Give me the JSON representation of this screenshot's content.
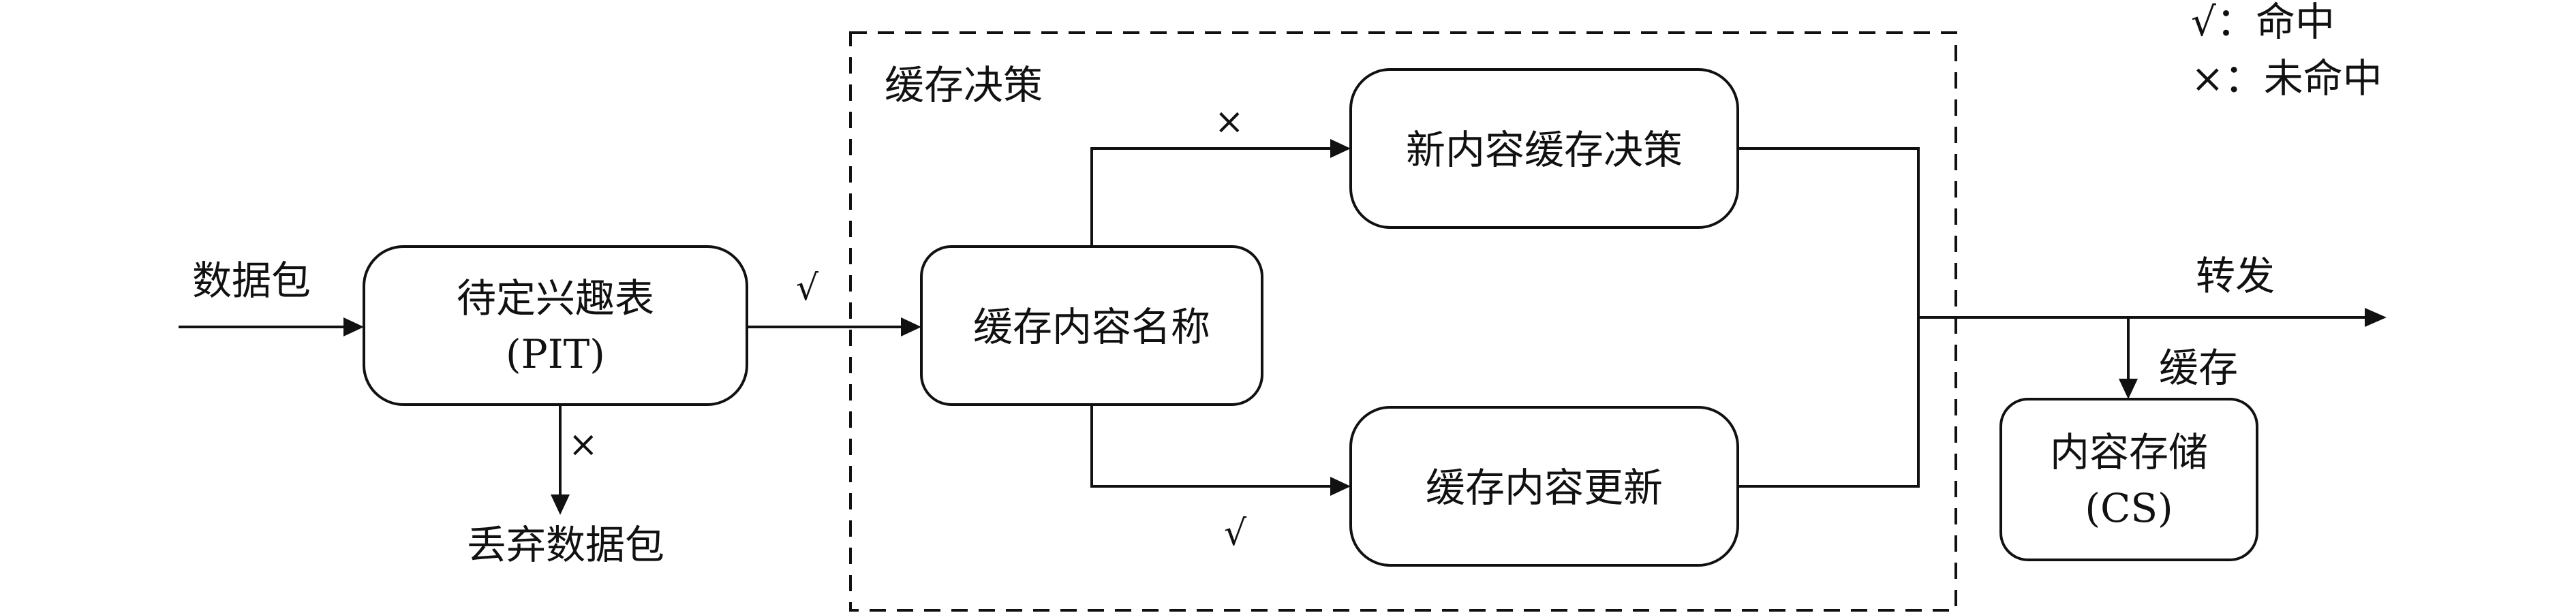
{
  "legend": {
    "hit": "√：命中",
    "miss": "×：未命中"
  },
  "labels": {
    "input": "数据包",
    "pit_line1": "待定兴趣表",
    "pit_line2": "(PIT)",
    "drop": "丢弃数据包",
    "region": "缓存决策",
    "name_box": "缓存内容名称",
    "new_box": "新内容缓存决策",
    "update_box": "缓存内容更新",
    "forward": "转发",
    "cache": "缓存",
    "cs_line1": "内容存储",
    "cs_line2": "(CS)"
  },
  "marks": {
    "pit_hit": "√",
    "pit_miss": "×",
    "name_miss": "×",
    "name_hit": "√"
  }
}
